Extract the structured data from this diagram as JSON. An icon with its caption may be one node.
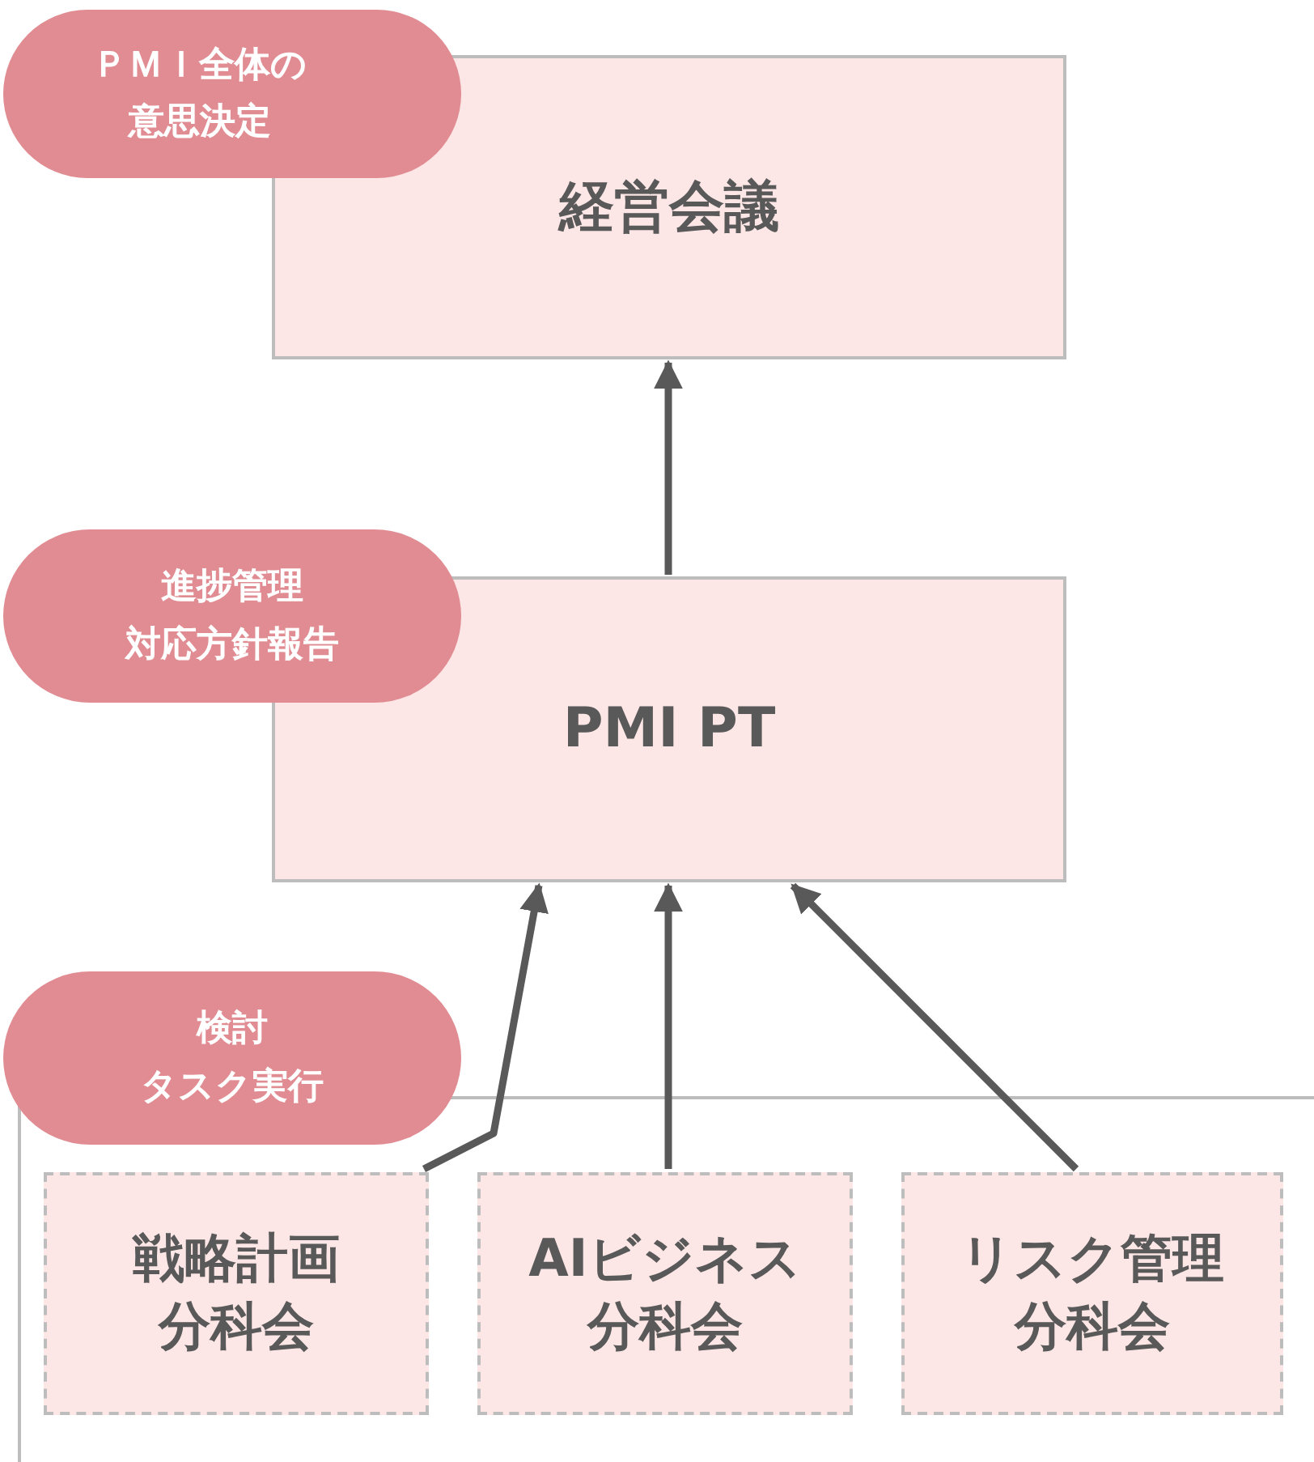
{
  "diagram": {
    "nodes": [
      {
        "text": [
          "ＰＭＩ全体の意思決定"
        ]
      },
      {
        "text": [
          "経営会議"
        ]
      },
      {
        "text": [
          "進捗管理対応方針報告"
        ]
      },
      {
        "text": [
          "PMI PT"
        ]
      },
      {
        "text": [
          "検討タスク実行"
        ]
      },
      {
        "text": [
          "戦略計画分科会"
        ]
      },
      {
        "text": [
          "AIビジネス分科会"
        ]
      },
      {
        "text": [
          "リスク管理分科会"
        ]
      }
    ],
    "edges": [
      {
        "from": 3,
        "to": 1,
        "arrow": "to"
      },
      {
        "from": 5,
        "to": 3,
        "arrow": "to"
      },
      {
        "from": 6,
        "to": 3,
        "arrow": "to"
      },
      {
        "from": 7,
        "to": 3,
        "arrow": "to"
      }
    ]
  }
}
